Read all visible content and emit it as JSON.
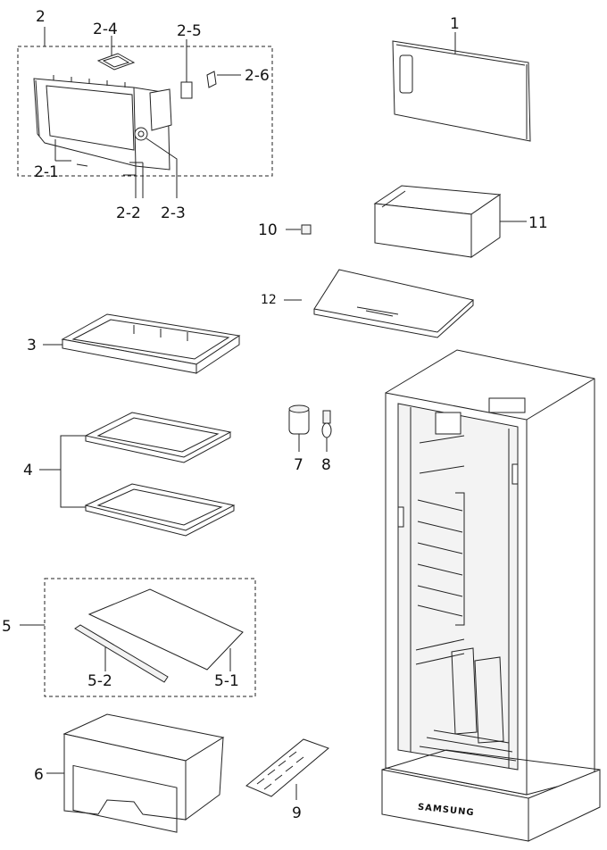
{
  "labels": {
    "p1": "1",
    "p2": "2",
    "p2_1": "2-1",
    "p2_2": "2-2",
    "p2_3": "2-3",
    "p2_4": "2-4",
    "p2_5": "2-5",
    "p2_6": "2-6",
    "p3": "3",
    "p4": "4",
    "p5": "5",
    "p5_1": "5-1",
    "p5_2": "5-2",
    "p6": "6",
    "p7": "7",
    "p8": "8",
    "p9": "9",
    "p10": "10",
    "p11": "11",
    "p12": "12"
  },
  "brand_text": "SAMSUNG"
}
